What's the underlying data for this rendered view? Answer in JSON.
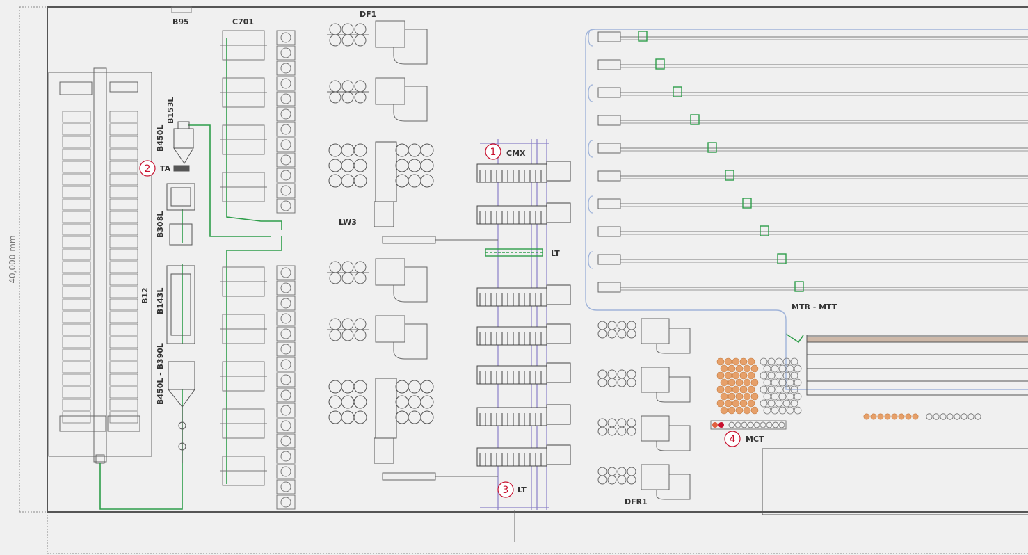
{
  "dimension": {
    "height_label": "40,000 mm"
  },
  "colors": {
    "background": "#f0f0f0",
    "line": "#555555",
    "pipe_green": "#2e9e4a",
    "rail_purple": "#8a7fc7",
    "conveyor_blue": "#9fb3d9",
    "callout_red": "#c8102e",
    "coil_orange": "#e6a06a"
  },
  "labels": {
    "b95": "B95",
    "c701": "C701",
    "df1": "DF1",
    "b153l": "B153L",
    "b450l": "B450L",
    "ta": "TA",
    "b308l": "B308L",
    "b12": "B12",
    "b143l": "B143L",
    "b450l_b390l": "B450L - B390L",
    "lw3": "LW3",
    "cmx": "CMX",
    "lt_mid": "LT",
    "lt_bottom": "LT",
    "mtr_mtt": "MTR - MTT",
    "dfr1": "DFR1",
    "mct": "MCT"
  },
  "callouts": [
    {
      "num": "1",
      "ref": "CMX"
    },
    {
      "num": "2",
      "ref": "TA"
    },
    {
      "num": "3",
      "ref": "LT"
    },
    {
      "num": "4",
      "ref": "MCT"
    }
  ]
}
